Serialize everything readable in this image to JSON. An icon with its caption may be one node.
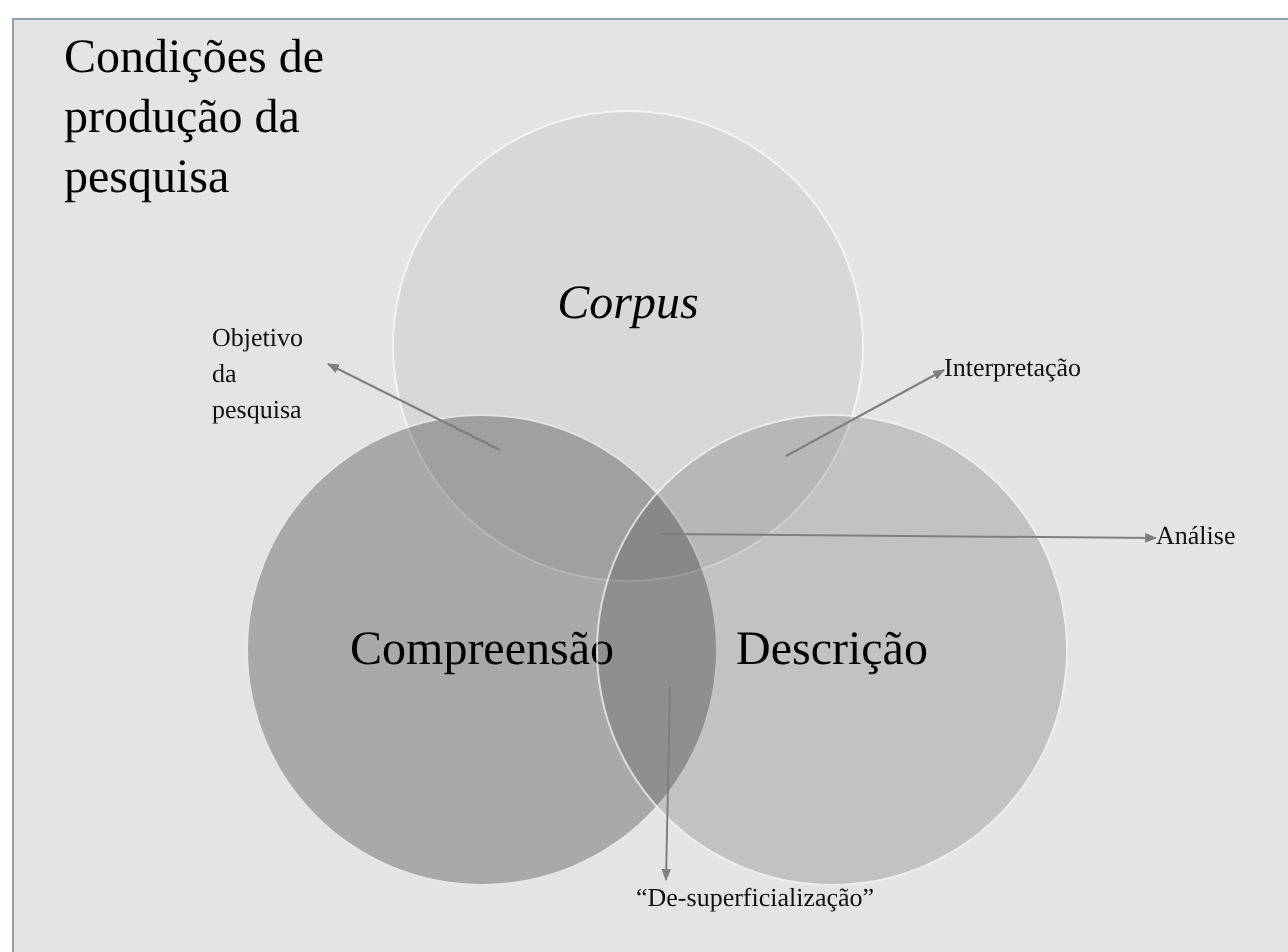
{
  "diagram": {
    "title": "Condições de produção da pesquisa",
    "nodes": [
      {
        "text": [
          "*Corpus*"
        ]
      },
      {
        "text": [
          "Compreensão"
        ]
      },
      {
        "text": [
          "Descrição"
        ]
      },
      {
        "text": [
          "Objetivo da pesquisa"
        ]
      },
      {
        "text": [
          "Interpretação"
        ]
      },
      {
        "text": [
          "Análise"
        ]
      },
      {
        "text": [
          "“De-superficialização”"
        ]
      }
    ],
    "edges": [
      {
        "from": 0,
        "to": 3,
        "arrow": "to"
      },
      {
        "from": 0,
        "to": 4,
        "arrow": "to"
      },
      {
        "from": 0,
        "to": 5,
        "arrow": "to"
      },
      {
        "from": 1,
        "to": 6,
        "arrow": "to"
      }
    ]
  }
}
